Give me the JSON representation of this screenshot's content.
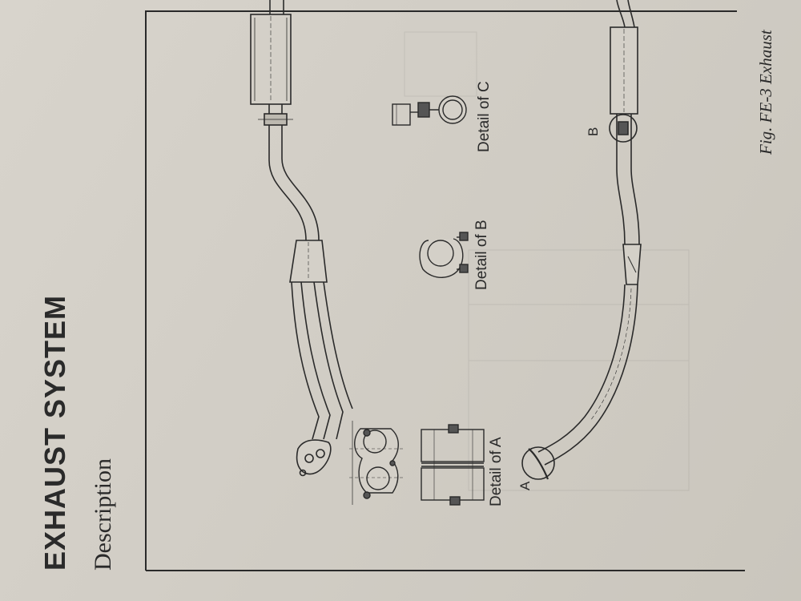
{
  "page": {
    "heading": "EXHAUST SYSTEM",
    "subheading": "Description"
  },
  "figure": {
    "caption": "Fig. FE-3 Exhaust",
    "details": {
      "a": "Detail of A",
      "b": "Detail of B",
      "c": "Detail of C"
    },
    "callouts": {
      "a": "A",
      "b": "B"
    }
  },
  "colors": {
    "paper": "#d2cec6",
    "ink": "#2a2a2a"
  }
}
